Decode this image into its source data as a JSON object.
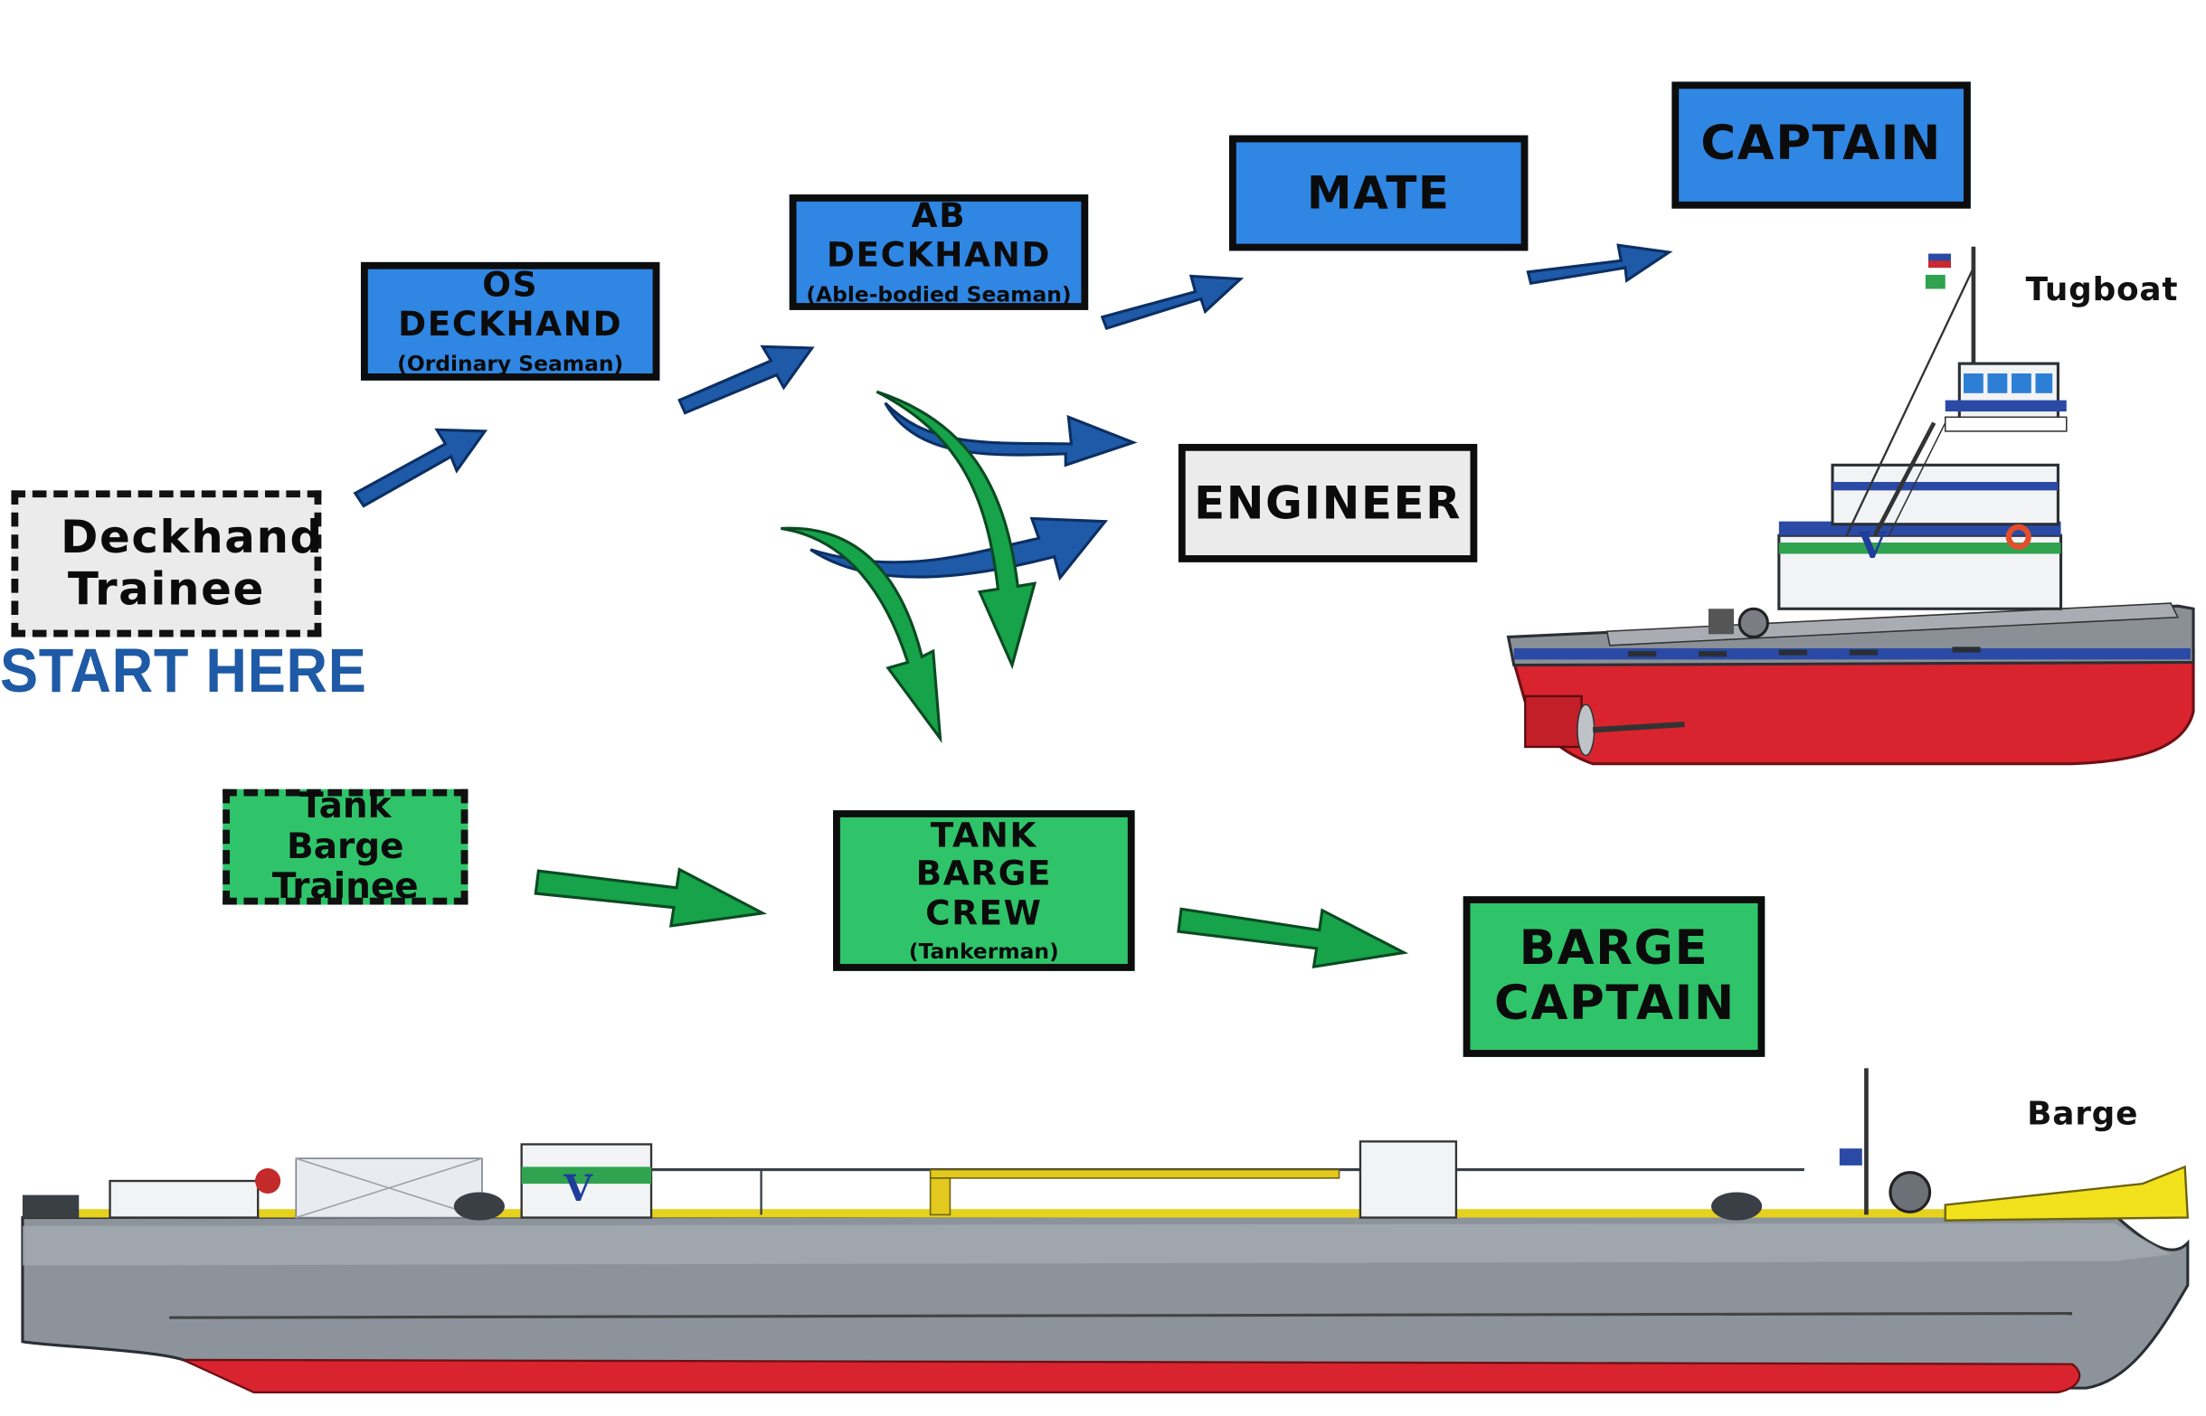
{
  "boxes": {
    "deckhand_trainee": {
      "title": "Deckhand Trainee",
      "note": "START HERE"
    },
    "os_deckhand": {
      "title": "OS DECKHAND",
      "subtitle": "(Ordinary Seaman)"
    },
    "ab_deckhand": {
      "title": "AB DECKHAND",
      "subtitle": "(Able-bodied Seaman)"
    },
    "mate": {
      "title": "MATE"
    },
    "captain": {
      "title": "CAPTAIN"
    },
    "engineer": {
      "title": "ENGINEER"
    },
    "tank_barge_trainee": {
      "title": "Tank Barge Trainee"
    },
    "tank_barge_crew": {
      "title": "TANK BARGE CREW",
      "subtitle": "(Tankerman)"
    },
    "barge_captain": {
      "title": "BARGE CAPTAIN"
    }
  },
  "vessels": {
    "tugboat": "Tugboat",
    "barge": "Barge",
    "logo_letter": "V"
  },
  "colors": {
    "deck_path": "#2f86e3",
    "barge_path": "#2fc46a",
    "engineer_path": "#ebebeb",
    "deck_arrow": "#1f5aa8",
    "barge_arrow": "#16a34a",
    "start_text": "#1e5aa5",
    "hull_red": "#d9242f"
  }
}
